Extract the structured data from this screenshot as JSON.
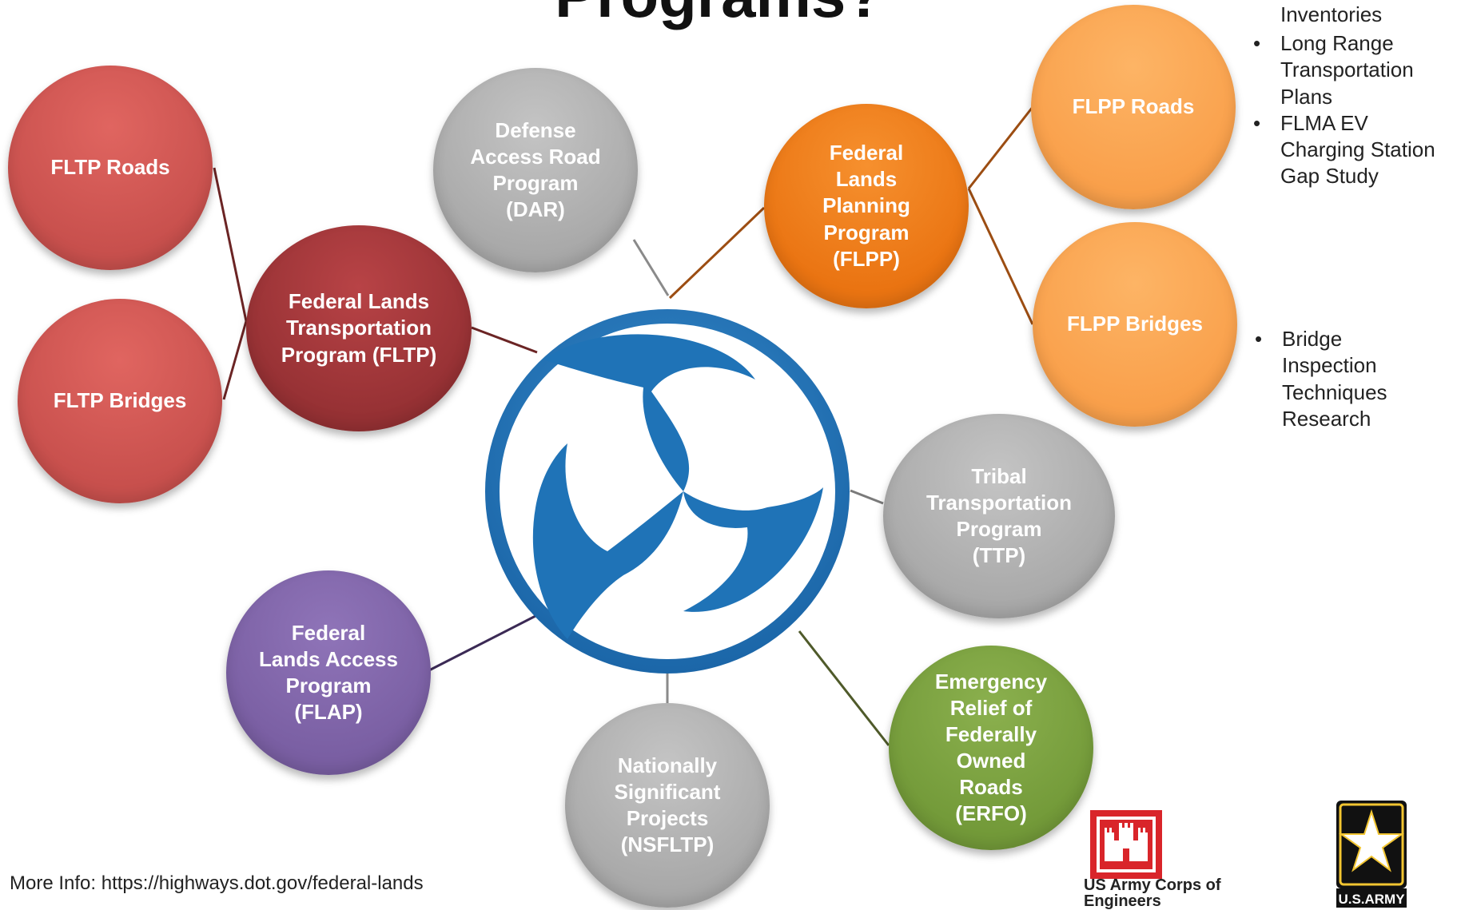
{
  "title": "Programs?",
  "nodes": {
    "fltp_roads": "FLTP Roads",
    "fltp_bridges": "FLTP Bridges",
    "fltp": [
      "Federal Lands",
      "Transportation",
      "Program (FLTP)"
    ],
    "dar": [
      "Defense",
      "Access Road",
      "Program",
      "(DAR)"
    ],
    "flpp": [
      "Federal",
      "Lands",
      "Planning",
      "Program",
      "(FLPP)"
    ],
    "flpp_roads": "FLPP Roads",
    "flpp_bridges": "FLPP Bridges",
    "ttp": [
      "Tribal",
      "Transportation",
      "Program",
      "(TTP)"
    ],
    "erfo": [
      "Emergency",
      "Relief of",
      "Federally",
      "Owned",
      "Roads",
      "(ERFO)"
    ],
    "nsfltp": [
      "Nationally",
      "Significant",
      "Projects",
      "(NSFLTP)"
    ],
    "flap": [
      "Federal",
      "Lands Access",
      "Program",
      "(FLAP)"
    ]
  },
  "notes_roads": {
    "inventories": "Inventories",
    "items": [
      "Long Range Transportation Plans",
      "FLMA EV Charging Station Gap Study"
    ]
  },
  "notes_bridges": [
    "Bridge Inspection Techniques Research"
  ],
  "footer": "More Info: https://highways.dot.gov/federal-lands",
  "logos": {
    "usace": "US Army Corps of Engineers",
    "army": "U.S.ARMY"
  },
  "colors": {
    "fltp_light_red": "#c8504d",
    "fltp_dark_red": "#963134",
    "grey": "#a9a9a9",
    "flpp_orange": "#ea7412",
    "flpp_light_orange": "#f9a04b",
    "flap_purple": "#7a5fa3",
    "erfo_green": "#739a39",
    "dot_blue": "#1f73b7"
  }
}
